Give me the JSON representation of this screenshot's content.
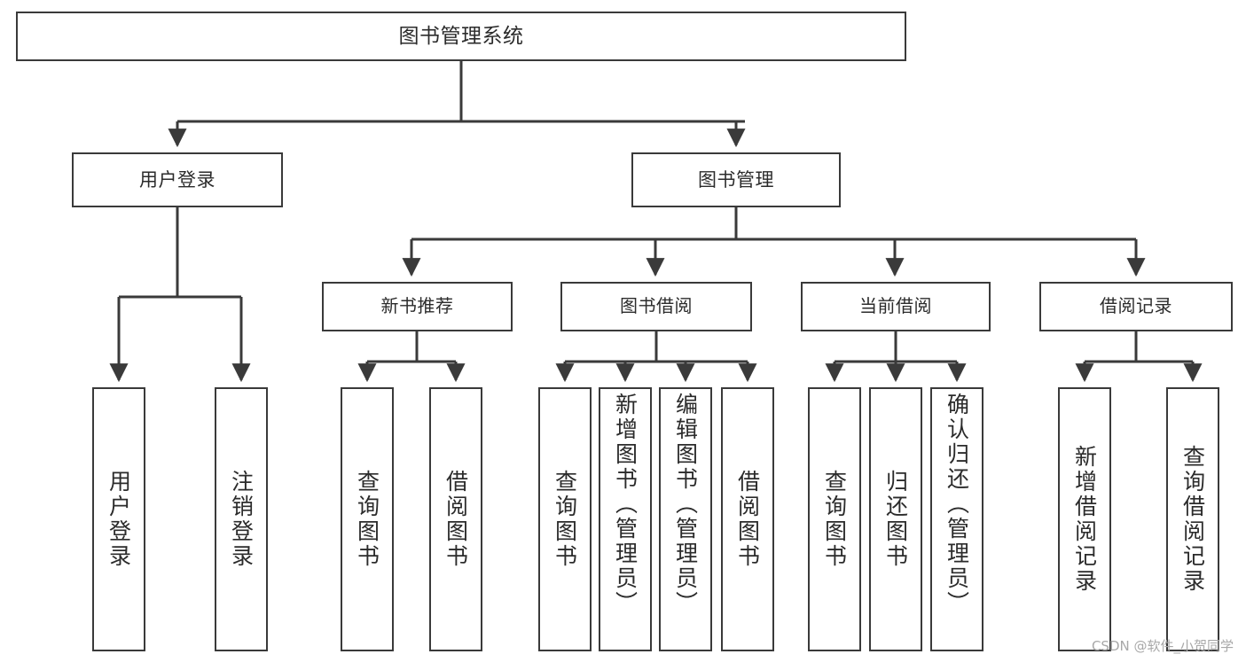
{
  "diagram": {
    "type": "tree-hierarchy",
    "title": "图书管理系统",
    "watermark": "CSDN @软件_小贺同学",
    "nodes": {
      "root": {
        "label": "图书管理系统"
      },
      "level2": [
        {
          "id": "user-login",
          "label": "用户登录"
        },
        {
          "id": "book-manage",
          "label": "图书管理"
        }
      ],
      "level3": [
        {
          "id": "new-rec",
          "label": "新书推荐"
        },
        {
          "id": "borrow",
          "label": "图书借阅"
        },
        {
          "id": "current",
          "label": "当前借阅"
        },
        {
          "id": "records",
          "label": "借阅记录"
        }
      ],
      "leaves": {
        "user-login": [
          {
            "id": "leaf-user-login",
            "label": "用户登录"
          },
          {
            "id": "leaf-logout",
            "label": "注销登录"
          }
        ],
        "new-rec": [
          {
            "id": "leaf-query-book-1",
            "label": "查询图书"
          },
          {
            "id": "leaf-borrow-book-1",
            "label": "借阅图书"
          }
        ],
        "borrow": [
          {
            "id": "leaf-query-book-2",
            "label": "查询图书"
          },
          {
            "id": "leaf-add-book",
            "label": "新增图书（管理员）"
          },
          {
            "id": "leaf-edit-book",
            "label": "编辑图书（管理员）"
          },
          {
            "id": "leaf-borrow-book-2",
            "label": "借阅图书"
          }
        ],
        "current": [
          {
            "id": "leaf-query-book-3",
            "label": "查询图书"
          },
          {
            "id": "leaf-return-book",
            "label": "归还图书"
          },
          {
            "id": "leaf-confirm-return",
            "label": "确认归还（管理员）"
          }
        ],
        "records": [
          {
            "id": "leaf-add-record",
            "label": "新增借阅记录"
          },
          {
            "id": "leaf-query-record",
            "label": "查询借阅记录"
          }
        ]
      }
    },
    "colors": {
      "stroke": "#3a3a3a",
      "fill": "#ffffff",
      "text": "#2b2b2b",
      "watermark": "#a8a8a8"
    }
  }
}
